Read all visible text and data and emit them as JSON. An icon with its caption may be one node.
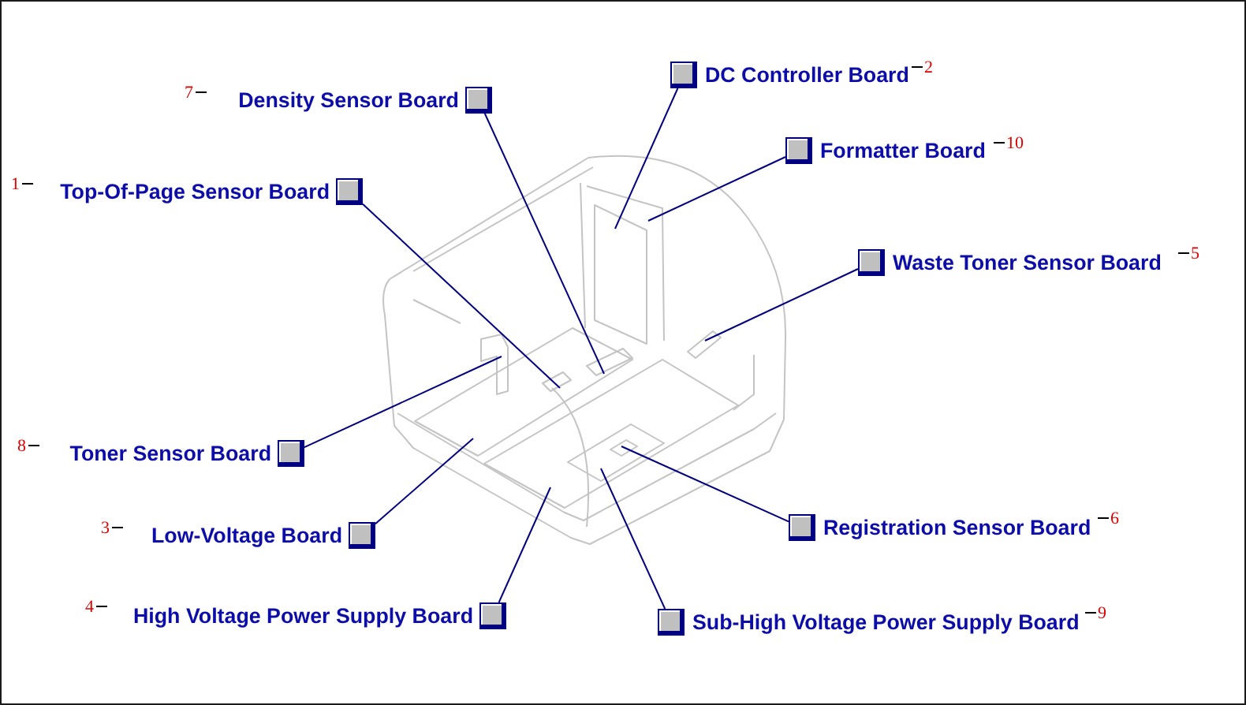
{
  "diagram": {
    "nodes": [
      {
        "text": [
          "DC Controller Board"
        ]
      },
      {
        "text": [
          "Density Sensor Board"
        ]
      },
      {
        "text": [
          "Formatter Board"
        ]
      },
      {
        "text": [
          "Top-Of-Page Sensor Board"
        ]
      },
      {
        "text": [
          "Waste Toner Sensor Board"
        ]
      },
      {
        "text": [
          "Toner Sensor Board"
        ]
      },
      {
        "text": [
          "Low-Voltage Board"
        ]
      },
      {
        "text": [
          "Registration Sensor Board"
        ]
      },
      {
        "text": [
          "High Voltage Power Supply Board"
        ]
      },
      {
        "text": [
          "Sub-High Voltage Power Supply Board"
        ]
      }
    ],
    "edges": [
      {
        "from": 0,
        "to": null,
        "arrow": "none"
      },
      {
        "from": 1,
        "to": null,
        "arrow": "none"
      },
      {
        "from": 2,
        "to": null,
        "arrow": "none"
      },
      {
        "from": 3,
        "to": null,
        "arrow": "none"
      },
      {
        "from": 4,
        "to": null,
        "arrow": "none"
      },
      {
        "from": 5,
        "to": null,
        "arrow": "none"
      },
      {
        "from": 6,
        "to": null,
        "arrow": "none"
      },
      {
        "from": 7,
        "to": null,
        "arrow": "none"
      },
      {
        "from": 8,
        "to": null,
        "arrow": "none"
      },
      {
        "from": 9,
        "to": null,
        "arrow": "none"
      }
    ],
    "labels": [
      "2",
      "7",
      "10",
      "1",
      "5",
      "8",
      "3",
      "6",
      "4",
      "9"
    ]
  }
}
